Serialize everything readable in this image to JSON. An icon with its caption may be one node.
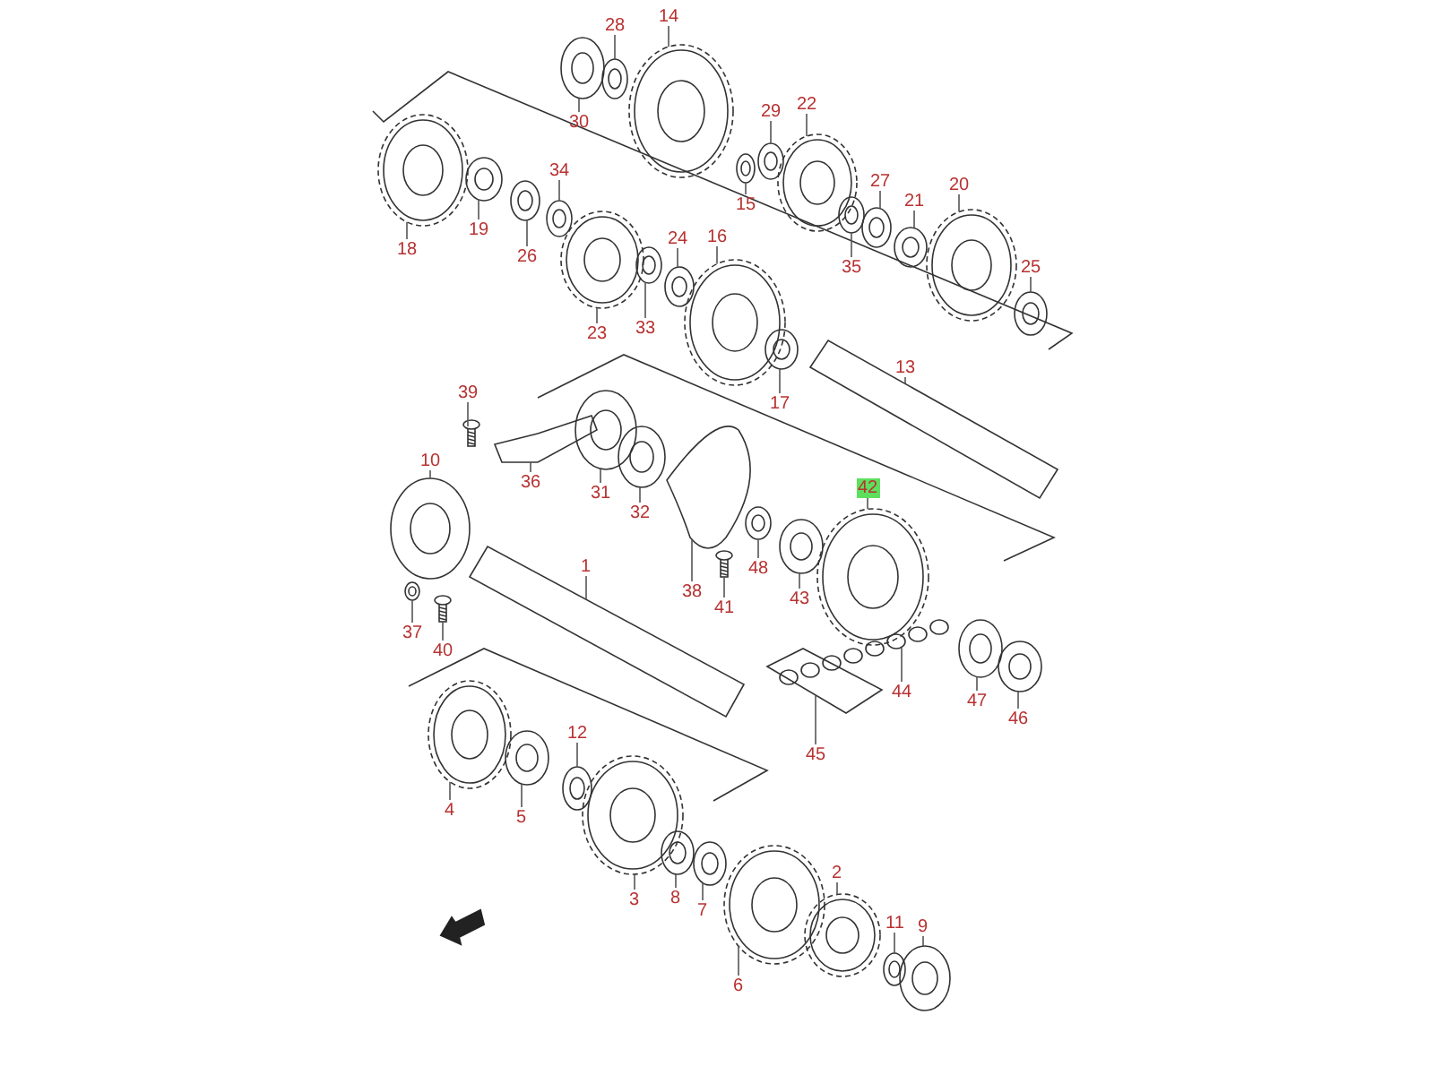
{
  "diagram": {
    "nodes": [
      {
        "text": [
          "14"
        ]
      },
      {
        "text": [
          "28"
        ]
      },
      {
        "text": [
          "29"
        ]
      },
      {
        "text": [
          "22"
        ]
      },
      {
        "text": [
          "30"
        ]
      },
      {
        "text": [
          "34"
        ]
      },
      {
        "text": [
          "27"
        ]
      },
      {
        "text": [
          "15"
        ]
      },
      {
        "text": [
          "21"
        ]
      },
      {
        "text": [
          "20"
        ]
      },
      {
        "text": [
          "18"
        ]
      },
      {
        "text": [
          "19"
        ]
      },
      {
        "text": [
          "16"
        ]
      },
      {
        "text": [
          "24"
        ]
      },
      {
        "text": [
          "26"
        ]
      },
      {
        "text": [
          "35"
        ]
      },
      {
        "text": [
          "25"
        ]
      },
      {
        "text": [
          "23"
        ]
      },
      {
        "text": [
          "33"
        ]
      },
      {
        "text": [
          "13"
        ]
      },
      {
        "text": [
          "39"
        ]
      },
      {
        "text": [
          "17"
        ]
      },
      {
        "text": [
          "10"
        ]
      },
      {
        "text": [
          "36"
        ]
      },
      {
        "text": [
          "42"
        ]
      },
      {
        "text": [
          "31"
        ]
      },
      {
        "text": [
          "32"
        ]
      },
      {
        "text": [
          "1"
        ]
      },
      {
        "text": [
          "48"
        ]
      },
      {
        "text": [
          "38"
        ]
      },
      {
        "text": [
          "43"
        ]
      },
      {
        "text": [
          "41"
        ]
      },
      {
        "text": [
          "37"
        ]
      },
      {
        "text": [
          "40"
        ]
      },
      {
        "text": [
          "44"
        ]
      },
      {
        "text": [
          "47"
        ]
      },
      {
        "text": [
          "46"
        ]
      },
      {
        "text": [
          "12"
        ]
      },
      {
        "text": [
          "45"
        ]
      },
      {
        "text": [
          "4"
        ]
      },
      {
        "text": [
          "5"
        ]
      },
      {
        "text": [
          "2"
        ]
      },
      {
        "text": [
          "3"
        ]
      },
      {
        "text": [
          "8"
        ]
      },
      {
        "text": [
          "7"
        ]
      },
      {
        "text": [
          "11"
        ]
      },
      {
        "text": [
          "9"
        ]
      },
      {
        "text": [
          "6"
        ]
      },
      {
        "text": [],
        "shape": "picture"
      },
      {
        "text": [],
        "shape": "picture"
      },
      {
        "text": [],
        "shape": "picture"
      },
      {
        "text": [],
        "shape": "picture"
      },
      {
        "text": [],
        "shape": "picture"
      },
      {
        "text": [],
        "shape": "picture"
      },
      {
        "text": [],
        "shape": "picture"
      },
      {
        "text": [],
        "shape": "picture"
      },
      {
        "text": [],
        "shape": "picture"
      },
      {
        "text": [],
        "shape": "picture"
      },
      {
        "text": [],
        "shape": "picture"
      },
      {
        "text": [],
        "shape": "picture"
      },
      {
        "text": [],
        "shape": "picture"
      },
      {
        "text": [],
        "shape": "picture"
      },
      {
        "text": [],
        "shape": "picture"
      },
      {
        "text": [],
        "shape": "picture"
      },
      {
        "text": [],
        "shape": "picture"
      },
      {
        "text": [],
        "shape": "picture"
      },
      {
        "text": [],
        "shape": "picture"
      },
      {
        "text": [],
        "shape": "picture"
      },
      {
        "text": [],
        "shape": "picture"
      },
      {
        "text": [],
        "shape": "picture"
      },
      {
        "text": [],
        "shape": "picture"
      },
      {
        "text": [],
        "shape": "picture"
      },
      {
        "text": [],
        "shape": "picture"
      },
      {
        "text": [],
        "shape": "picture"
      },
      {
        "text": [],
        "shape": "picture"
      },
      {
        "text": [],
        "shape": "picture"
      },
      {
        "text": [],
        "shape": "picture"
      },
      {
        "text": [],
        "shape": "picture"
      },
      {
        "text": [],
        "shape": "picture"
      },
      {
        "text": [],
        "shape": "picture"
      },
      {
        "text": [],
        "shape": "picture"
      },
      {
        "text": [],
        "shape": "picture"
      },
      {
        "text": [],
        "shape": "picture"
      },
      {
        "text": [],
        "shape": "picture"
      },
      {
        "text": [],
        "shape": "picture"
      },
      {
        "text": [],
        "shape": "picture"
      },
      {
        "text": [],
        "shape": "picture"
      },
      {
        "text": [],
        "shape": "picture"
      },
      {
        "text": [],
        "shape": "picture"
      },
      {
        "text": [],
        "shape": "picture"
      },
      {
        "text": [],
        "shape": "picture"
      },
      {
        "text": [],
        "shape": "picture"
      },
      {
        "text": [],
        "shape": "picture"
      },
      {
        "text": [],
        "shape": "picture"
      },
      {
        "text": [],
        "shape": "picture"
      },
      {
        "text": [],
        "shape": "picture"
      }
    ],
    "edges": [
      {
        "from": 0,
        "to": 48,
        "arrow": "none"
      },
      {
        "from": 1,
        "to": 49,
        "arrow": "none"
      },
      {
        "from": 2,
        "to": 50,
        "arrow": "none"
      },
      {
        "from": 3,
        "to": 51,
        "arrow": "none"
      },
      {
        "from": 4,
        "to": 52,
        "arrow": "none"
      },
      {
        "from": 5,
        "to": 53,
        "arrow": "none"
      },
      {
        "from": 6,
        "to": 54,
        "arrow": "none"
      },
      {
        "from": 7,
        "to": 55,
        "arrow": "none"
      },
      {
        "from": 8,
        "to": 56,
        "arrow": "none"
      },
      {
        "from": 9,
        "to": 57,
        "arrow": "none"
      },
      {
        "from": 10,
        "to": 58,
        "arrow": "none"
      },
      {
        "from": 11,
        "to": 59,
        "arrow": "none"
      },
      {
        "from": 12,
        "to": 60,
        "arrow": "none"
      },
      {
        "from": 13,
        "to": 61,
        "arrow": "none"
      },
      {
        "from": 14,
        "to": 62,
        "arrow": "none"
      },
      {
        "from": 15,
        "to": 63,
        "arrow": "none"
      },
      {
        "from": 16,
        "to": 64,
        "arrow": "none"
      },
      {
        "from": 17,
        "to": 65,
        "arrow": "none"
      },
      {
        "from": 18,
        "to": 66,
        "arrow": "none"
      },
      {
        "from": 19,
        "to": 67,
        "arrow": "none"
      },
      {
        "from": 20,
        "to": 68,
        "arrow": "none"
      },
      {
        "from": 21,
        "to": 69,
        "arrow": "none"
      },
      {
        "from": 22,
        "to": 70,
        "arrow": "none"
      },
      {
        "from": 23,
        "to": 71,
        "arrow": "none"
      },
      {
        "from": 24,
        "to": 72,
        "arrow": "none"
      },
      {
        "from": 25,
        "to": 73,
        "arrow": "none"
      },
      {
        "from": 26,
        "to": 74,
        "arrow": "none"
      },
      {
        "from": 27,
        "to": 75,
        "arrow": "none"
      },
      {
        "from": 28,
        "to": 76,
        "arrow": "none"
      },
      {
        "from": 29,
        "to": 77,
        "arrow": "none"
      },
      {
        "from": 30,
        "to": 78,
        "arrow": "none"
      },
      {
        "from": 31,
        "to": 79,
        "arrow": "none"
      },
      {
        "from": 32,
        "to": 80,
        "arrow": "none"
      },
      {
        "from": 33,
        "to": 81,
        "arrow": "none"
      },
      {
        "from": 34,
        "to": 82,
        "arrow": "none"
      },
      {
        "from": 35,
        "to": 83,
        "arrow": "none"
      },
      {
        "from": 36,
        "to": 84,
        "arrow": "none"
      },
      {
        "from": 37,
        "to": 85,
        "arrow": "none"
      },
      {
        "from": 38,
        "to": 86,
        "arrow": "none"
      },
      {
        "from": 39,
        "to": 87,
        "arrow": "none"
      },
      {
        "from": 40,
        "to": 88,
        "arrow": "none"
      },
      {
        "from": 41,
        "to": 89,
        "arrow": "none"
      },
      {
        "from": 42,
        "to": 90,
        "arrow": "none"
      },
      {
        "from": 43,
        "to": 91,
        "arrow": "none"
      },
      {
        "from": 44,
        "to": 92,
        "arrow": "none"
      },
      {
        "from": 45,
        "to": 93,
        "arrow": "none"
      },
      {
        "from": 46,
        "to": 94,
        "arrow": "none"
      },
      {
        "from": 47,
        "to": 95,
        "arrow": "none"
      }
    ]
  }
}
